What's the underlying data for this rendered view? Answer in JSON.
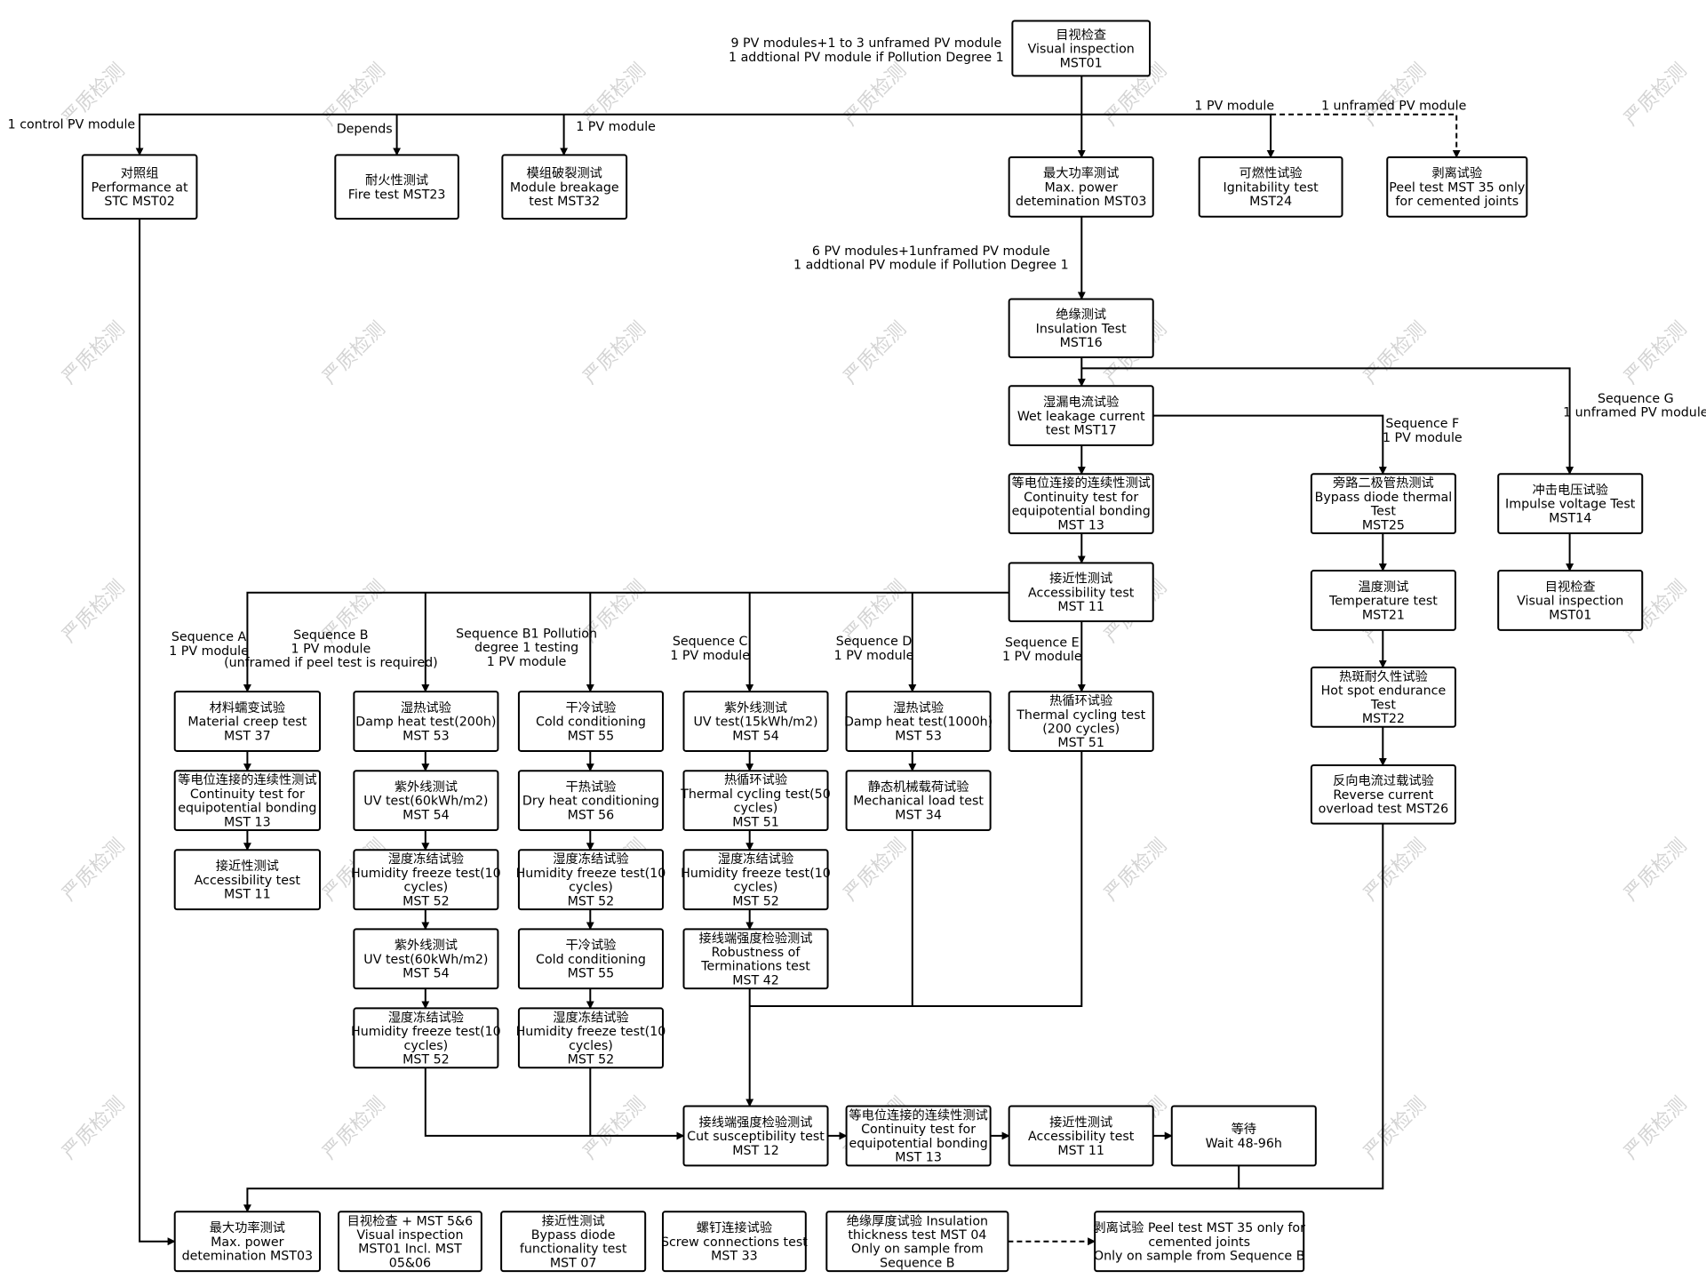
{
  "watermark": "严质检测",
  "boxes": {
    "visual_top": [
      "目视检查",
      "Visual inspection",
      "MST01"
    ],
    "stc": [
      "对照组",
      "Performance at",
      "STC MST02"
    ],
    "fire": [
      "耐火性测试",
      "Fire test MST23"
    ],
    "breakage": [
      "模组破裂测试",
      "Module breakage",
      "test MST32"
    ],
    "maxpower_top": [
      "最大功率测试",
      "Max. power",
      "detemination MST03"
    ],
    "ignitability": [
      "可燃性试验",
      "Ignitability test",
      "MST24"
    ],
    "peel_top": [
      "剥离试验",
      "Peel test MST 35 only",
      "for cemented joints"
    ],
    "insulation": [
      "绝缘测试",
      "Insulation Test",
      "MST16"
    ],
    "wetleak": [
      "湿漏电流试验",
      "Wet leakage current",
      "test MST17"
    ],
    "continuity_main": [
      "等电位连接的连续性测试",
      "Continuity test for",
      "equipotential bonding",
      "MST 13"
    ],
    "accessibility_main": [
      "接近性测试",
      "Accessibility test",
      "MST 11"
    ],
    "bypass_thermal": [
      "旁路二极管热测试",
      "Bypass diode thermal",
      "Test",
      "MST25"
    ],
    "temperature": [
      "温度测试",
      "Temperature test",
      "MST21"
    ],
    "hotspot": [
      "热斑耐久性试验",
      "Hot spot endurance",
      "Test",
      "MST22"
    ],
    "reverse": [
      "反向电流过载试验",
      "Reverse current",
      "overload test MST26"
    ],
    "impulse": [
      "冲击电压试验",
      "Impulse voltage Test",
      "MST14"
    ],
    "visual_g": [
      "目视检查",
      "Visual inspection",
      "MST01"
    ],
    "a1": [
      "材料蠕变试验",
      "Material creep test",
      "MST 37"
    ],
    "a2": [
      "等电位连接的连续性测试",
      "Continuity test for",
      "equipotential bonding",
      "MST 13"
    ],
    "a3": [
      "接近性测试",
      "Accessibility test",
      "MST 11"
    ],
    "b1": [
      "湿热试验",
      "Damp heat test(200h)",
      "MST 53"
    ],
    "b2": [
      "紫外线测试",
      "UV test(60kWh/m2)",
      "MST 54"
    ],
    "b3": [
      "湿度冻结试验",
      "Humidity freeze test(10",
      "cycles)",
      "MST 52"
    ],
    "b4": [
      "紫外线测试",
      "UV test(60kWh/m2)",
      "MST 54"
    ],
    "b5": [
      "湿度冻结试验",
      "Humidity freeze test(10",
      "cycles)",
      "MST 52"
    ],
    "b1s1": [
      "干冷试验",
      "Cold conditioning",
      "MST 55"
    ],
    "b1s2": [
      "干热试验",
      "Dry heat conditioning",
      "MST 56"
    ],
    "b1s3": [
      "湿度冻结试验",
      "Humidity freeze test(10",
      "cycles)",
      "MST 52"
    ],
    "b1s4": [
      "干冷试验",
      "Cold conditioning",
      "MST 55"
    ],
    "b1s5": [
      "湿度冻结试验",
      "Humidity freeze test(10",
      "cycles)",
      "MST 52"
    ],
    "c1": [
      "紫外线测试",
      "UV test(15kWh/m2)",
      "MST 54"
    ],
    "c2": [
      "热循环试验",
      "Thermal cycling test(50",
      "cycles)",
      "MST 51"
    ],
    "c3": [
      "湿度冻结试验",
      "Humidity freeze test(10",
      "cycles)",
      "MST 52"
    ],
    "c4": [
      "接线端强度检验测试",
      "Robustness of",
      "Terminations test",
      "MST 42"
    ],
    "d1": [
      "湿热试验",
      "Damp heat test(1000h)",
      "MST 53"
    ],
    "d2": [
      "静态机械载荷试验",
      "Mechanical load test",
      "MST 34"
    ],
    "e1": [
      "热循环试验",
      "Thermal cycling test",
      "(200 cycles)",
      "MST 51"
    ],
    "cut": [
      "接线端强度检验测试",
      "Cut susceptibility test",
      "MST 12"
    ],
    "cont2": [
      "等电位连接的连续性测试",
      "Continuity test for",
      "equipotential bonding",
      "MST 13"
    ],
    "access2": [
      "接近性测试",
      "Accessibility test",
      "MST 11"
    ],
    "wait": [
      "等待",
      "Wait 48-96h"
    ],
    "maxpower_final": [
      "最大功率测试",
      "Max. power",
      "detemination MST03"
    ],
    "visual_final": [
      "目视检查 + MST 5&6",
      "Visual inspection",
      "MST01 Incl. MST",
      "05&06"
    ],
    "bypass_func": [
      "接近性测试",
      "Bypass diode",
      "functionality test",
      "MST 07"
    ],
    "screw": [
      "螺钉连接试验",
      "Screw connections test",
      "MST 33"
    ],
    "insul_thick": [
      "绝缘厚度试验 Insulation",
      "thickness test MST 04",
      "Only on sample from",
      "Sequence B"
    ],
    "peel_final": [
      "剥离试验 Peel test MST 35 only for",
      "cemented joints",
      "Only on sample from Sequence B"
    ]
  },
  "labels": {
    "top_note": [
      "9 PV modules+1 to 3 unframed PV module",
      "1 addtional PV module if Pollution Degree 1"
    ],
    "control": [
      "1 control PV module"
    ],
    "depends": [
      "Depends"
    ],
    "pv1_breakage": [
      "1 PV module"
    ],
    "pv1_ign": [
      "1 PV module"
    ],
    "unframed_peel": [
      "1 unframed PV module"
    ],
    "mid_note": [
      "6 PV modules+1unframed PV module",
      "1 addtional PV module if Pollution Degree 1"
    ],
    "seq_f": [
      "Sequence F",
      "1 PV module"
    ],
    "seq_g": [
      "Sequence G",
      "1 unframed PV module"
    ],
    "seq_a": [
      "Sequence A",
      "1 PV module"
    ],
    "seq_b": [
      "Sequence B",
      "1 PV module",
      "(unframed if peel test is required)"
    ],
    "seq_b1": [
      "Sequence B1 Pollution",
      "degree 1 testing",
      "1 PV module"
    ],
    "seq_c": [
      "Sequence C",
      "1 PV module"
    ],
    "seq_d": [
      "Sequence D",
      "1 PV module"
    ],
    "seq_e": [
      "Sequence E",
      "1 PV module"
    ]
  }
}
